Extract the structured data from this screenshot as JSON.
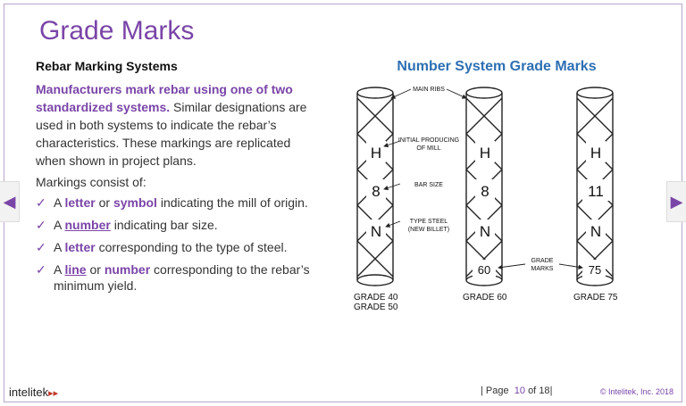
{
  "title": "Grade Marks",
  "subhead": "Rebar Marking Systems",
  "intro": {
    "em": "Manufacturers mark rebar using one of two standardized systems.",
    "rest": " Similar designations are used in both systems to indicate the rebar’s characteristics. These markings are replicated when shown in project plans."
  },
  "markings_label": "Markings consist of:",
  "bullets": [
    {
      "pre": "A ",
      "kw": "letter",
      "mid": " or ",
      "kw2": "symbol",
      "post": " indicating the mill of origin."
    },
    {
      "pre": "A ",
      "kw": "number",
      "post": " indicating bar size."
    },
    {
      "pre": "A ",
      "kw": "letter",
      "post": " corresponding to the type of steel."
    },
    {
      "pre": "A ",
      "kw": "line",
      "mid": " or ",
      "kw2": "number",
      "post": " corresponding to the rebar’s minimum yield."
    }
  ],
  "diagram": {
    "title": "Number System Grade Marks",
    "callouts": {
      "main_ribs": "MAIN RIBS",
      "initial_1": "INITIAL PRODUCING",
      "initial_2": "OF MILL",
      "bar_size": "BAR SIZE",
      "type_1": "TYPE STEEL",
      "type_2": "(NEW BILLET)",
      "grade_1": "GRADE",
      "grade_2": "MARKS"
    },
    "bars": [
      {
        "mill": "H",
        "size": "8",
        "type": "N",
        "grade": "",
        "label1": "GRADE 40",
        "label2": "GRADE 50"
      },
      {
        "mill": "H",
        "size": "8",
        "type": "N",
        "grade": "60",
        "label1": "GRADE 60",
        "label2": ""
      },
      {
        "mill": "H",
        "size": "11",
        "type": "N",
        "grade": "75",
        "label1": "GRADE 75",
        "label2": ""
      }
    ]
  },
  "nav": {
    "prev": "◀",
    "next": "▶"
  },
  "footer": {
    "brand": "intelitek",
    "brand_arrows": "▸▸",
    "page_word": "Page",
    "page_current": "10",
    "page_of": "of",
    "page_total": "18",
    "copyright": "© Intelitek, Inc. 2018"
  },
  "colors": {
    "accent": "#7a45a8",
    "diagram_title": "#2d6fb3"
  }
}
